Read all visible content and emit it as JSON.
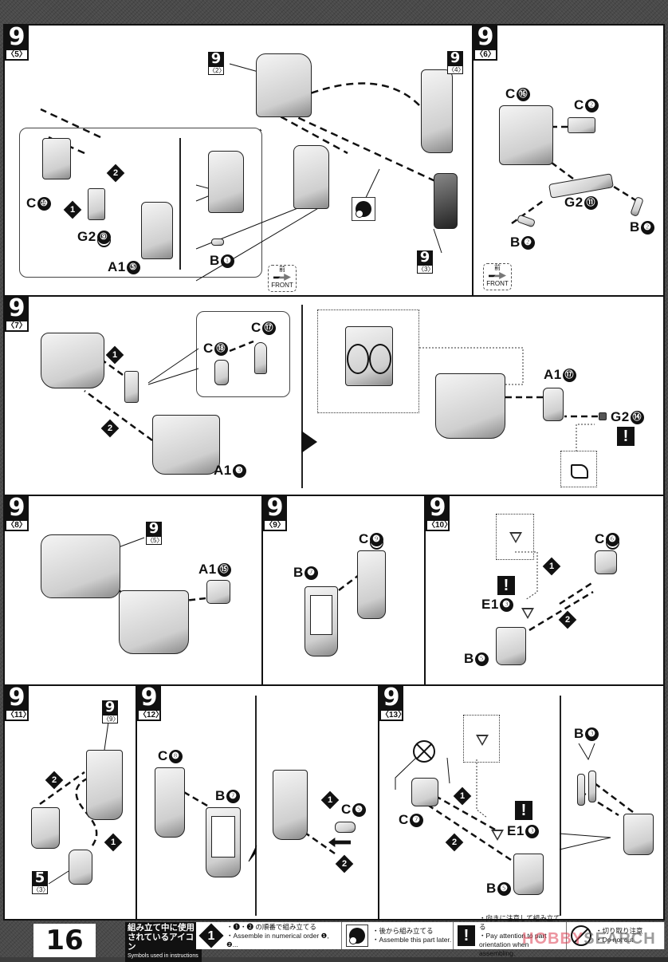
{
  "page_number": "16",
  "colors": {
    "ink": "#111111",
    "paper": "#ffffff",
    "watermark_red": "#dc3c50",
    "background": "#4a4a4a"
  },
  "steps": [
    {
      "id": "9-5",
      "major": "9",
      "minor": "〈5〉",
      "refs": [
        {
          "major": "9",
          "minor": "〈2〉"
        },
        {
          "major": "9",
          "minor": "〈4〉"
        },
        {
          "major": "9",
          "minor": "〈3〉"
        }
      ],
      "parts": [
        {
          "letter": "C",
          "num": "⑩"
        },
        {
          "letter": "G2",
          "num": "⑨",
          "underlined": true
        },
        {
          "letter": "A1",
          "num": "⑤"
        },
        {
          "letter": "B",
          "num": "❶"
        }
      ],
      "order_markers": [
        "1",
        "2"
      ],
      "icons": [
        "assemble-later-icon",
        "front-indicator-icon"
      ],
      "front_label": "FRONT",
      "front_kanji": "前"
    },
    {
      "id": "9-6",
      "major": "9",
      "minor": "〈6〉",
      "parts": [
        {
          "letter": "C",
          "num": "⑯"
        },
        {
          "letter": "C",
          "num": "❷"
        },
        {
          "letter": "G2",
          "num": "⑪"
        },
        {
          "letter": "B",
          "num": "❷"
        },
        {
          "letter": "B",
          "num": "❷"
        }
      ],
      "icons": [
        "front-indicator-icon"
      ],
      "front_label": "FRONT",
      "front_kanji": "前"
    },
    {
      "id": "9-7",
      "major": "9",
      "minor": "〈7〉",
      "parts": [
        {
          "letter": "C",
          "num": "⑱"
        },
        {
          "letter": "C",
          "num": "⑰"
        },
        {
          "letter": "A1",
          "num": "❸"
        },
        {
          "letter": "A1",
          "num": "⑰"
        },
        {
          "letter": "G2",
          "num": "⑭"
        }
      ],
      "order_markers": [
        "1",
        "2"
      ],
      "icons": [
        "orientation-warning-icon"
      ]
    },
    {
      "id": "9-8",
      "major": "9",
      "minor": "〈8〉",
      "refs": [
        {
          "major": "9",
          "minor": "〈5〉"
        }
      ],
      "parts": [
        {
          "letter": "A1",
          "num": "⑮"
        }
      ]
    },
    {
      "id": "9-9",
      "major": "9",
      "minor": "〈9〉",
      "parts": [
        {
          "letter": "B",
          "num": "❼"
        },
        {
          "letter": "C",
          "num": "❾",
          "underlined": true
        }
      ]
    },
    {
      "id": "9-10",
      "major": "9",
      "minor": "〈10〉",
      "parts": [
        {
          "letter": "C",
          "num": "❻",
          "underlined": true
        },
        {
          "letter": "E1",
          "num": "❸"
        },
        {
          "letter": "B",
          "num": "❺"
        }
      ],
      "order_markers": [
        "1",
        "2"
      ],
      "icons": [
        "orientation-warning-icon"
      ]
    },
    {
      "id": "9-11",
      "major": "9",
      "minor": "〈11〉",
      "refs": [
        {
          "major": "9",
          "minor": "〈9〉"
        },
        {
          "major": "5",
          "minor": "〈3〉"
        }
      ],
      "order_markers": [
        "2",
        "1"
      ]
    },
    {
      "id": "9-12",
      "major": "9",
      "minor": "〈12〉",
      "parts": [
        {
          "letter": "C",
          "num": "❽"
        },
        {
          "letter": "B",
          "num": "❼"
        },
        {
          "letter": "C",
          "num": "❺"
        }
      ],
      "order_markers": [
        "1",
        "2"
      ]
    },
    {
      "id": "9-13",
      "major": "9",
      "minor": "〈13〉",
      "parts": [
        {
          "letter": "C",
          "num": "❼"
        },
        {
          "letter": "E1",
          "num": "❸"
        },
        {
          "letter": "B",
          "num": "❺"
        },
        {
          "letter": "B",
          "num": "❸"
        }
      ],
      "order_markers": [
        "1",
        "2"
      ],
      "icons": [
        "no-cut-icon",
        "orientation-warning-icon"
      ]
    }
  ],
  "legend": {
    "title_jp_1": "組み立て中に使用",
    "title_jp_2": "されているアイコン",
    "title_en": "Symbols used in instructions",
    "items": [
      {
        "icon": "numbered-order-icon",
        "icon_text": "1",
        "jp": "・❶・❷ の順番で組み立てる",
        "en": "・Assemble in numerical order ❶, ❷..."
      },
      {
        "icon": "assemble-later-icon",
        "jp": "・後から組み立てる",
        "en": "・Assemble this part later."
      },
      {
        "icon": "orientation-warning-icon",
        "icon_text": "!",
        "jp": "・向きに注意して組み立てる",
        "en": "・Pay attention to part orientation when assembling."
      },
      {
        "icon": "no-cut-icon",
        "jp": "・切り取り注意",
        "en": "・Do not cut"
      }
    ]
  },
  "watermark": {
    "brand_red": "HOBBY",
    "brand_gray": "SEARCH"
  }
}
